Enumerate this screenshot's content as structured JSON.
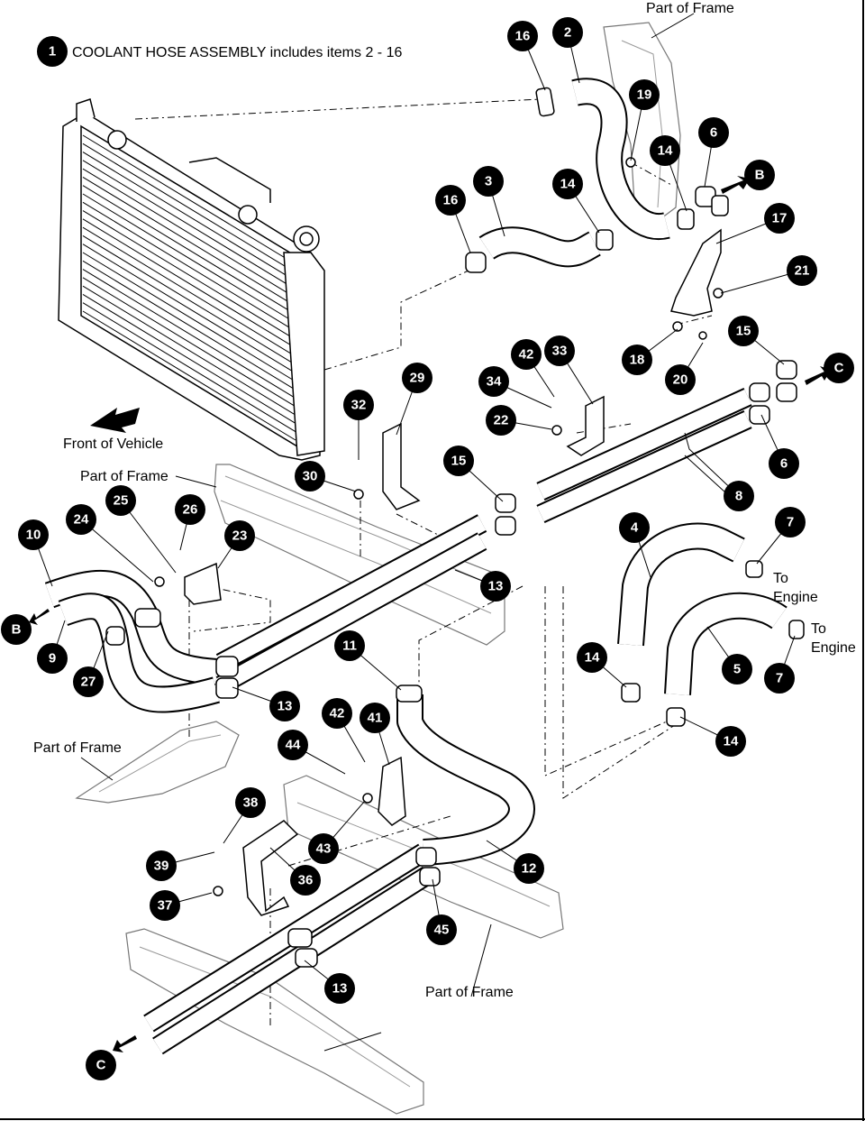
{
  "header": {
    "assembly_number": "1",
    "assembly_text": "COOLANT HOSE ASSEMBLY includes items 2 - 16"
  },
  "labels": {
    "front_of_vehicle": "Front of Vehicle",
    "part_of_frame": "Part of Frame",
    "to": "To",
    "engine": "Engine"
  },
  "callouts": [
    "2",
    "3",
    "4",
    "5",
    "6",
    "7",
    "8",
    "9",
    "10",
    "11",
    "12",
    "13",
    "14",
    "15",
    "16",
    "17",
    "18",
    "19",
    "20",
    "21",
    "22",
    "23",
    "24",
    "25",
    "26",
    "27",
    "29",
    "30",
    "32",
    "33",
    "34",
    "36",
    "37",
    "38",
    "39",
    "41",
    "42",
    "43",
    "44",
    "45"
  ],
  "connection_markers": [
    "B",
    "C"
  ],
  "colors": {
    "ink": "#000000",
    "frame_gray": "#777777",
    "background": "#ffffff"
  }
}
